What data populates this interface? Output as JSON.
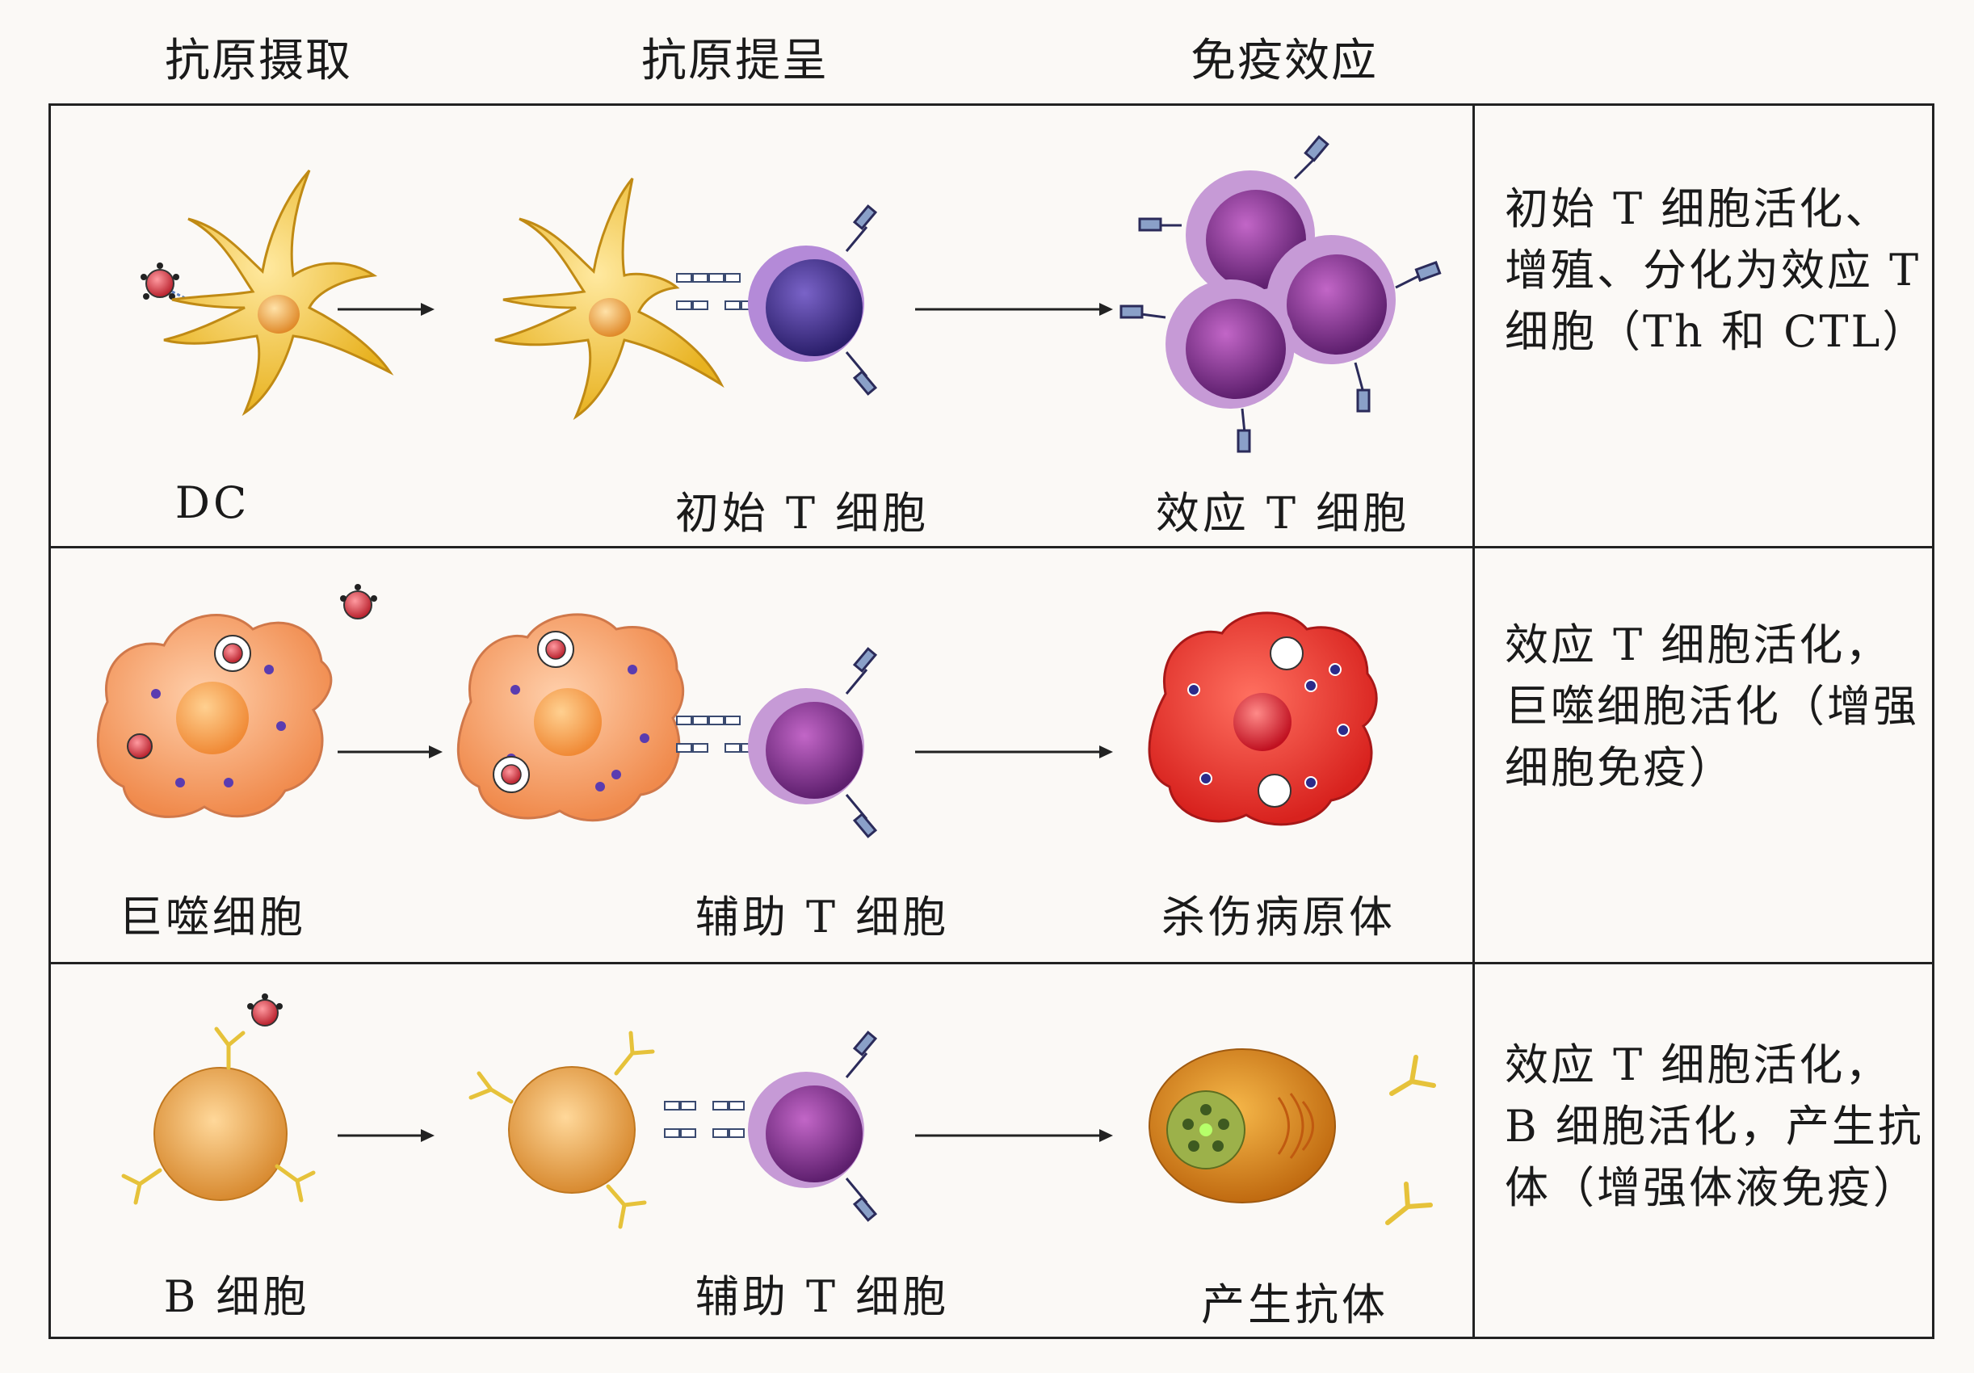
{
  "headers": {
    "antigen_uptake": "抗原摄取",
    "antigen_presentation": "抗原提呈",
    "immune_effect": "免疫效应"
  },
  "rows": [
    {
      "left_label": "DC",
      "middle_label": "初始 T 细胞",
      "right_label": "效应 T 细胞",
      "description": "初始 T 细胞活化、增殖、分化为效应 T 细胞（Th 和 CTL）"
    },
    {
      "left_label": "巨噬细胞",
      "middle_label": "辅助 T 细胞",
      "right_label": "杀伤病原体",
      "description": "效应 T 细胞活化，巨噬细胞活化（增强细胞免疫）"
    },
    {
      "left_label": "B 细胞",
      "middle_label": "辅助 T 细胞",
      "right_label": "产生抗体",
      "description": "效应 T 细胞活化，B 细胞活化，产生抗体（增强体液免疫）"
    }
  ],
  "colors": {
    "dc_yellow": "#f2c12e",
    "macrophage": "#f4a46c",
    "t_cell_blue": "#4b2e8e",
    "t_cell_purple": "#8a3f9c",
    "activated_macrophage": "#e8322f",
    "b_cell": "#e8a24a",
    "plasma_cell": "#d48a1c",
    "antigen_red": "#d9434a"
  }
}
